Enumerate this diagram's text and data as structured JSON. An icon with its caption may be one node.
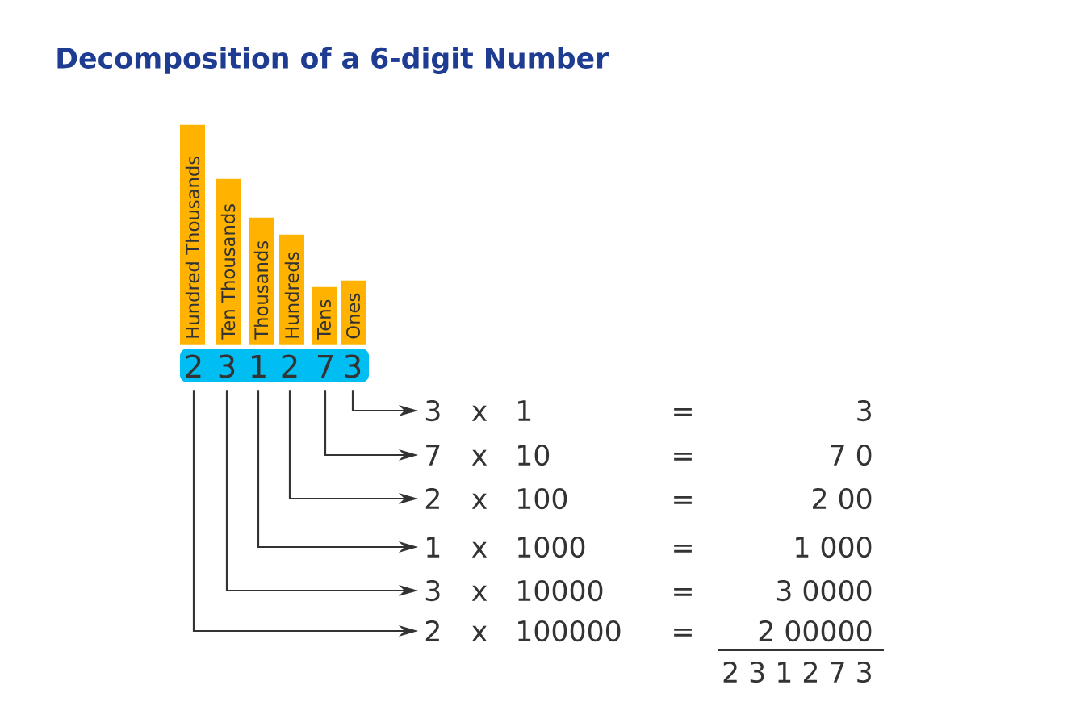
{
  "diagram": {
    "title": "Decomposition of a 6-digit Number",
    "nodes": [
      {
        "text": [
          "Hundred Thousands"
        ]
      },
      {
        "text": [
          "Ten Thousands"
        ]
      },
      {
        "text": [
          "Thousands"
        ]
      },
      {
        "text": [
          "Hundreds"
        ]
      },
      {
        "text": [
          "Tens"
        ]
      },
      {
        "text": [
          "Ones"
        ]
      },
      {
        "text": [],
        "shape": "bar"
      },
      {
        "text": [
          "2"
        ],
        "in": 6
      },
      {
        "text": [
          "3"
        ],
        "in": 6
      },
      {
        "text": [
          "1"
        ],
        "in": 6
      },
      {
        "text": [
          "2"
        ],
        "in": 6
      },
      {
        "text": [
          "7"
        ],
        "in": 6
      },
      {
        "text": [
          "3"
        ],
        "in": 6
      },
      {
        "text": [
          "3"
        ]
      },
      {
        "text": [
          "7"
        ]
      },
      {
        "text": [
          "2"
        ]
      },
      {
        "text": [
          "1"
        ]
      },
      {
        "text": [
          "3"
        ]
      },
      {
        "text": [
          "2"
        ]
      }
    ],
    "edges": [
      {
        "from": 12,
        "to": 13,
        "arrow": "to"
      },
      {
        "from": 11,
        "to": 14,
        "arrow": "to"
      },
      {
        "from": 10,
        "to": 15,
        "arrow": "to"
      },
      {
        "from": 9,
        "to": 16,
        "arrow": "to"
      },
      {
        "from": 8,
        "to": 17,
        "arrow": "to"
      },
      {
        "from": 7,
        "to": 18,
        "arrow": "to"
      }
    ],
    "labels": [
      "x",
      "1",
      "=",
      "3",
      "x",
      "10",
      "=",
      "7 0",
      "x",
      "100",
      "=",
      "2 00",
      "x",
      "1000",
      "=",
      "1 000",
      "x",
      "10000",
      "=",
      "3 0000",
      "x",
      "100000",
      "=",
      "2 00000",
      "2 3 1 2 7 3"
    ]
  }
}
